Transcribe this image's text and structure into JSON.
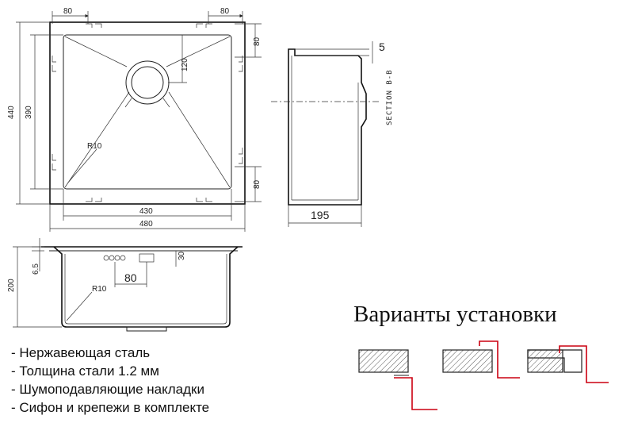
{
  "dimensions": {
    "top_left_80": "80",
    "top_right_80": "80",
    "right_top_80": "80",
    "right_bottom_80": "80",
    "height_440": "440",
    "height_390": "390",
    "drain_120": "120",
    "radius_top": "R10",
    "width_430": "430",
    "width_480": "480",
    "section_5": "5",
    "section_label": "SECTION B-B",
    "depth_195": "195",
    "side_6_5": "6.5",
    "side_200": "200",
    "side_30": "30",
    "side_80": "80",
    "radius_side": "R10"
  },
  "install_title": "Варианты установки",
  "features": [
    "- Нержавеющая сталь",
    "- Толщина стали 1.2 мм",
    "- Шумоподавляющие накладки",
    "- Сифон и крепежи в комплекте"
  ],
  "colors": {
    "line": "#222222",
    "accent": "#cc0011",
    "hatch": "#555555"
  }
}
